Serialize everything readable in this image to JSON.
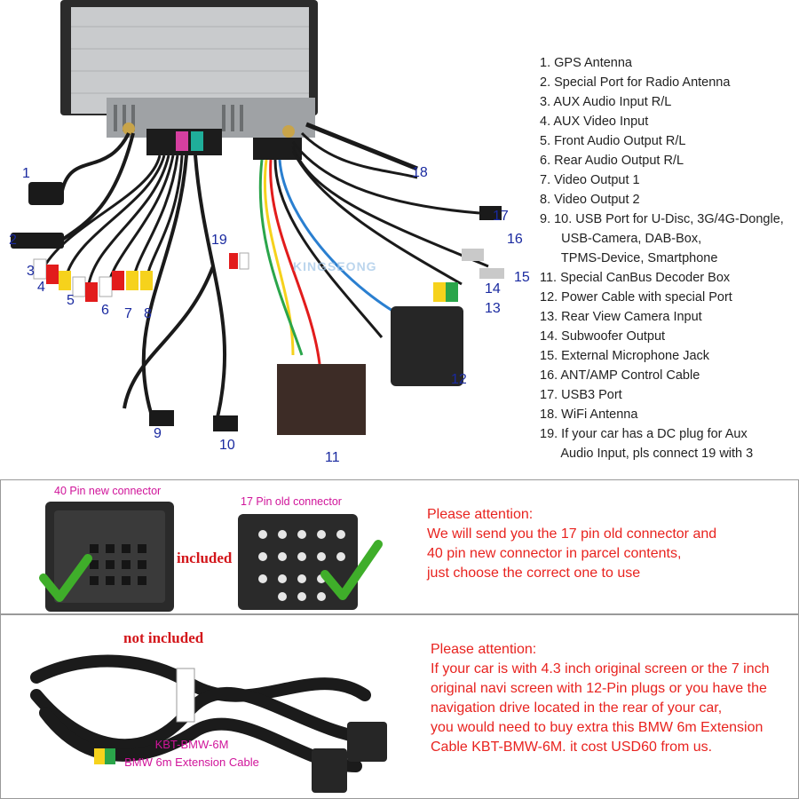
{
  "callouts": [
    "1",
    "2",
    "3",
    "4",
    "5",
    "6",
    "7",
    "8",
    "9",
    "10",
    "11",
    "12",
    "13",
    "14",
    "15",
    "16",
    "17",
    "18",
    "19"
  ],
  "watermark": "KINGSEONG",
  "legend": [
    "1. GPS Antenna",
    "2. Special Port for Radio Antenna",
    "3. AUX Audio Input R/L",
    "4. AUX Video Input",
    "5. Front Audio Output R/L",
    "6. Rear Audio Output R/L",
    "7. Video Output 1",
    "8. Video Output 2",
    "9. 10. USB Port for U-Disc, 3G/4G-Dongle,",
    "      USB-Camera, DAB-Box,",
    "      TPMS-Device, Smartphone",
    "11. Special CanBus Decoder Box",
    "12. Power Cable with special Port",
    "13. Rear View Camera Input",
    "14. Subwoofer Output",
    "15. External Microphone Jack",
    "16. ANT/AMP Control Cable",
    "17. USB3 Port",
    "18. WiFi Antenna",
    "19. If your car has a DC plug for Aux",
    "      Audio Input, pls connect 19 with 3"
  ],
  "panel1": {
    "new_connector_label": "40 Pin new connector",
    "old_connector_label": "17 Pin old connector",
    "included_label": "included",
    "attention_title": "Please attention:",
    "attention_lines": [
      "We will send you the 17 pin old connector and",
      "40 pin new connector in parcel contents,",
      "just choose the correct one to use"
    ]
  },
  "panel2": {
    "not_included_label": "not included",
    "cable_code": "KBT-BMW-6M",
    "cable_name": "BMW 6m Extension Cable",
    "attention_title": "Please attention:",
    "attention_lines": [
      "If your car is with 4.3 inch original screen or the 7 inch",
      "original navi screen with 12-Pin plugs or you have the",
      "navigation drive located in the rear of your car,",
      "you would need to buy extra this BMW 6m Extension",
      "Cable KBT-BMW-6M. it cost USD60 from us."
    ]
  },
  "colors": {
    "callout": "#1a2aa0",
    "attention": "#e8231f",
    "pin_label": "#d0149a",
    "check": "#3fae2a"
  }
}
